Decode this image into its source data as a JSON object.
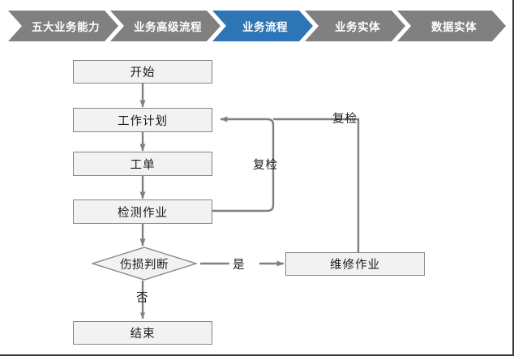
{
  "breadcrumb": {
    "items": [
      {
        "label": "五大业务能力",
        "active": false
      },
      {
        "label": "业务高级流程",
        "active": false
      },
      {
        "label": "业务流程",
        "active": true
      },
      {
        "label": "业务实体",
        "active": false
      },
      {
        "label": "数据实体",
        "active": false
      }
    ],
    "inactive_color": "#808080",
    "active_color": "#2E75B6",
    "text_color": "#FFFFFF"
  },
  "flowchart": {
    "node_fill": "#F2F2F2",
    "node_border": "#868686",
    "connector_color": "#808080",
    "nodes": {
      "start": "开始",
      "work_plan": "工作计划",
      "work_order": "工单",
      "inspection_task": "检测作业",
      "damage_decision": "伤损判断",
      "maintenance_task": "维修作业",
      "end": "结束"
    },
    "edge_labels": {
      "recheck_inner": "复检",
      "recheck_outer": "复检",
      "yes": "是",
      "no": "否"
    }
  }
}
